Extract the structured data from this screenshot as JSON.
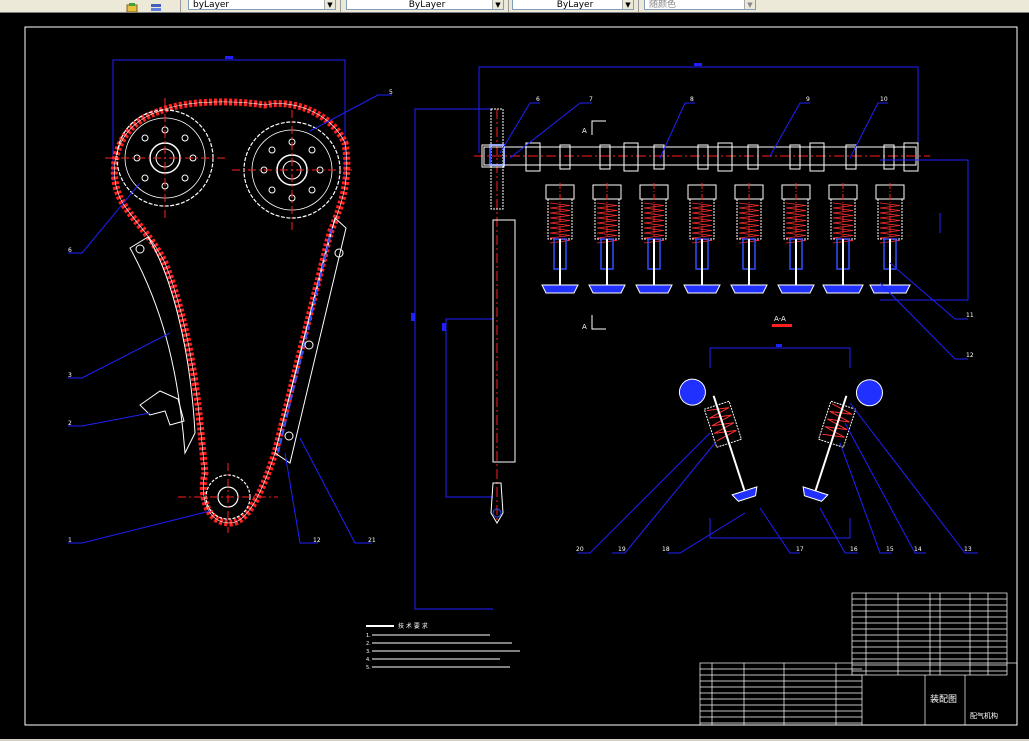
{
  "toolbar": {
    "layer_value": "byLayer",
    "linetype_value": "ByLayer",
    "lineweight_value": "ByLayer",
    "plotstyle_value": "随颜色"
  },
  "drawing": {
    "section_label": "A-A",
    "section_mark_top": "A",
    "section_mark_bottom": "A",
    "balloons_left": [
      "5",
      "6",
      "3",
      "2",
      "1",
      "12",
      "21"
    ],
    "balloons_right": [
      "6",
      "7",
      "8",
      "9",
      "10",
      "11",
      "12"
    ],
    "balloons_bottom": [
      "20",
      "19",
      "18",
      "17",
      "16",
      "15",
      "14",
      "13"
    ],
    "tech_title": "技 术 要 求",
    "tech_items": [
      "1.",
      "2.",
      "3.",
      "4.",
      "5."
    ],
    "title_block": {
      "drawing_name": "装配图",
      "part_name": "配气机构"
    }
  },
  "colors": {
    "background": "#000000",
    "chain": "#ff2020",
    "outline": "#ffffff",
    "dimension": "#2020ff",
    "valve": "#3030ff"
  }
}
